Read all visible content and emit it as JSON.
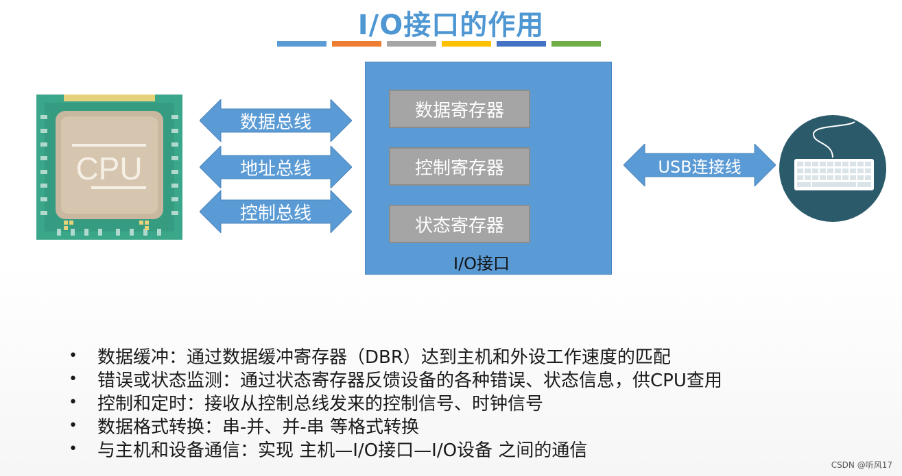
{
  "title": "I/O接口的作用",
  "title_bar_colors": [
    "#5b9bd5",
    "#ed7d31",
    "#a5a5a5",
    "#ffc000",
    "#4472c4",
    "#70ad47"
  ],
  "cpu": {
    "label": "CPU"
  },
  "buses": [
    {
      "label": "数据总线"
    },
    {
      "label": "地址总线"
    },
    {
      "label": "控制总线"
    }
  ],
  "io_interface": {
    "label": "I/O接口",
    "registers": [
      {
        "label": "数据寄存器"
      },
      {
        "label": "控制寄存器"
      },
      {
        "label": "状态寄存器"
      }
    ]
  },
  "usb": {
    "label": "USB连接线"
  },
  "keyboard": {
    "icon": "keyboard-icon"
  },
  "bullet_points": [
    "数据缓冲：通过数据缓冲寄存器（DBR）达到主机和外设工作速度的匹配",
    "错误或状态监测：通过状态寄存器反馈设备的各种错误、状态信息，供CPU查用",
    "控制和定时：接收从控制总线发来的控制信号、时钟信号",
    "数据格式转换：串-并、并-串 等格式转换",
    "与主机和设备通信：实现 主机—I/O接口—I/O设备 之间的通信"
  ],
  "bullet_symbol": "•",
  "credit": "CSDN @听风17",
  "colors": {
    "accent_blue": "#5b9bd5",
    "register_gray": "#a5a5a5",
    "cpu_green": "#3aa68a",
    "keyboard_circle": "#2b5a6b"
  }
}
